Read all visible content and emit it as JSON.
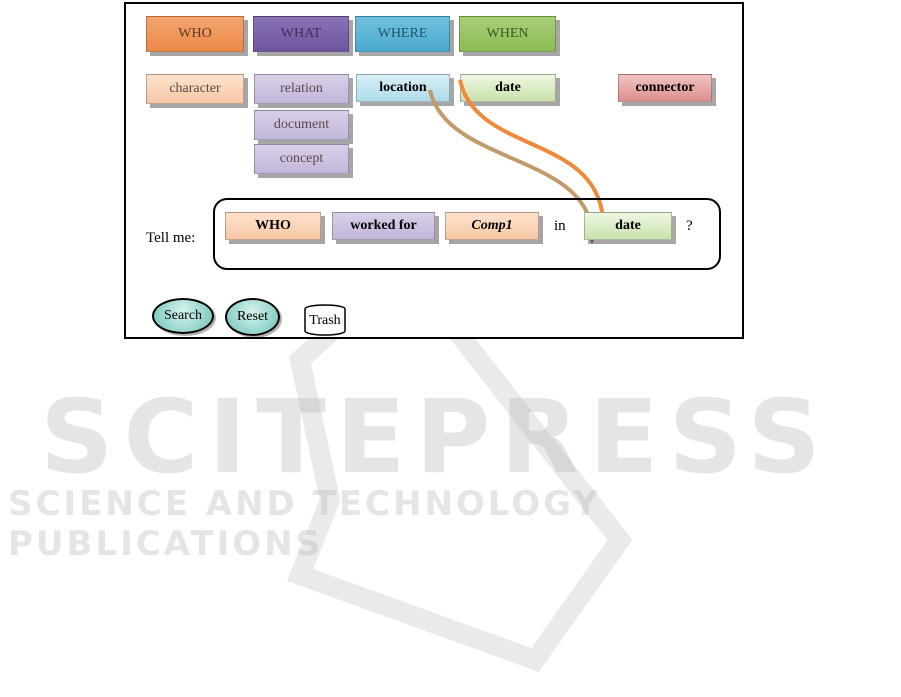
{
  "categories": {
    "who": "WHO",
    "what": "WHAT",
    "where": "WHERE",
    "when": "WHEN"
  },
  "subcategories": {
    "character": "character",
    "relation": "relation",
    "document": "document",
    "concept": "concept",
    "location": "location",
    "date": "date",
    "connector": "connector"
  },
  "query": {
    "prefix": "Tell me:",
    "tokens": {
      "who": "WHO",
      "verb": "worked for",
      "object": "Comp1",
      "in": "in",
      "date": "date",
      "question": "?"
    }
  },
  "buttons": {
    "search": "Search",
    "reset": "Reset",
    "trash": "Trash"
  },
  "watermark": {
    "title": "SCITEPRESS",
    "subtitle": "SCIENCE AND TECHNOLOGY PUBLICATIONS"
  },
  "colors": {
    "who": "#ee8a4a",
    "what": "#6d55a0",
    "where": "#4aa9cf",
    "when": "#8bbb55",
    "connector": "#dd8f8f"
  }
}
